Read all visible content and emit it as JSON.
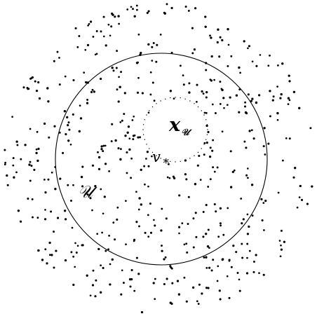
{
  "diagram": {
    "labels": {
      "region": "𝒰",
      "center": "x",
      "center_subscript": "𝒰",
      "vertex": "v",
      "vertex_subscript": "∗"
    },
    "colors": {
      "ink": "#000000",
      "background": "#ffffff"
    }
  }
}
